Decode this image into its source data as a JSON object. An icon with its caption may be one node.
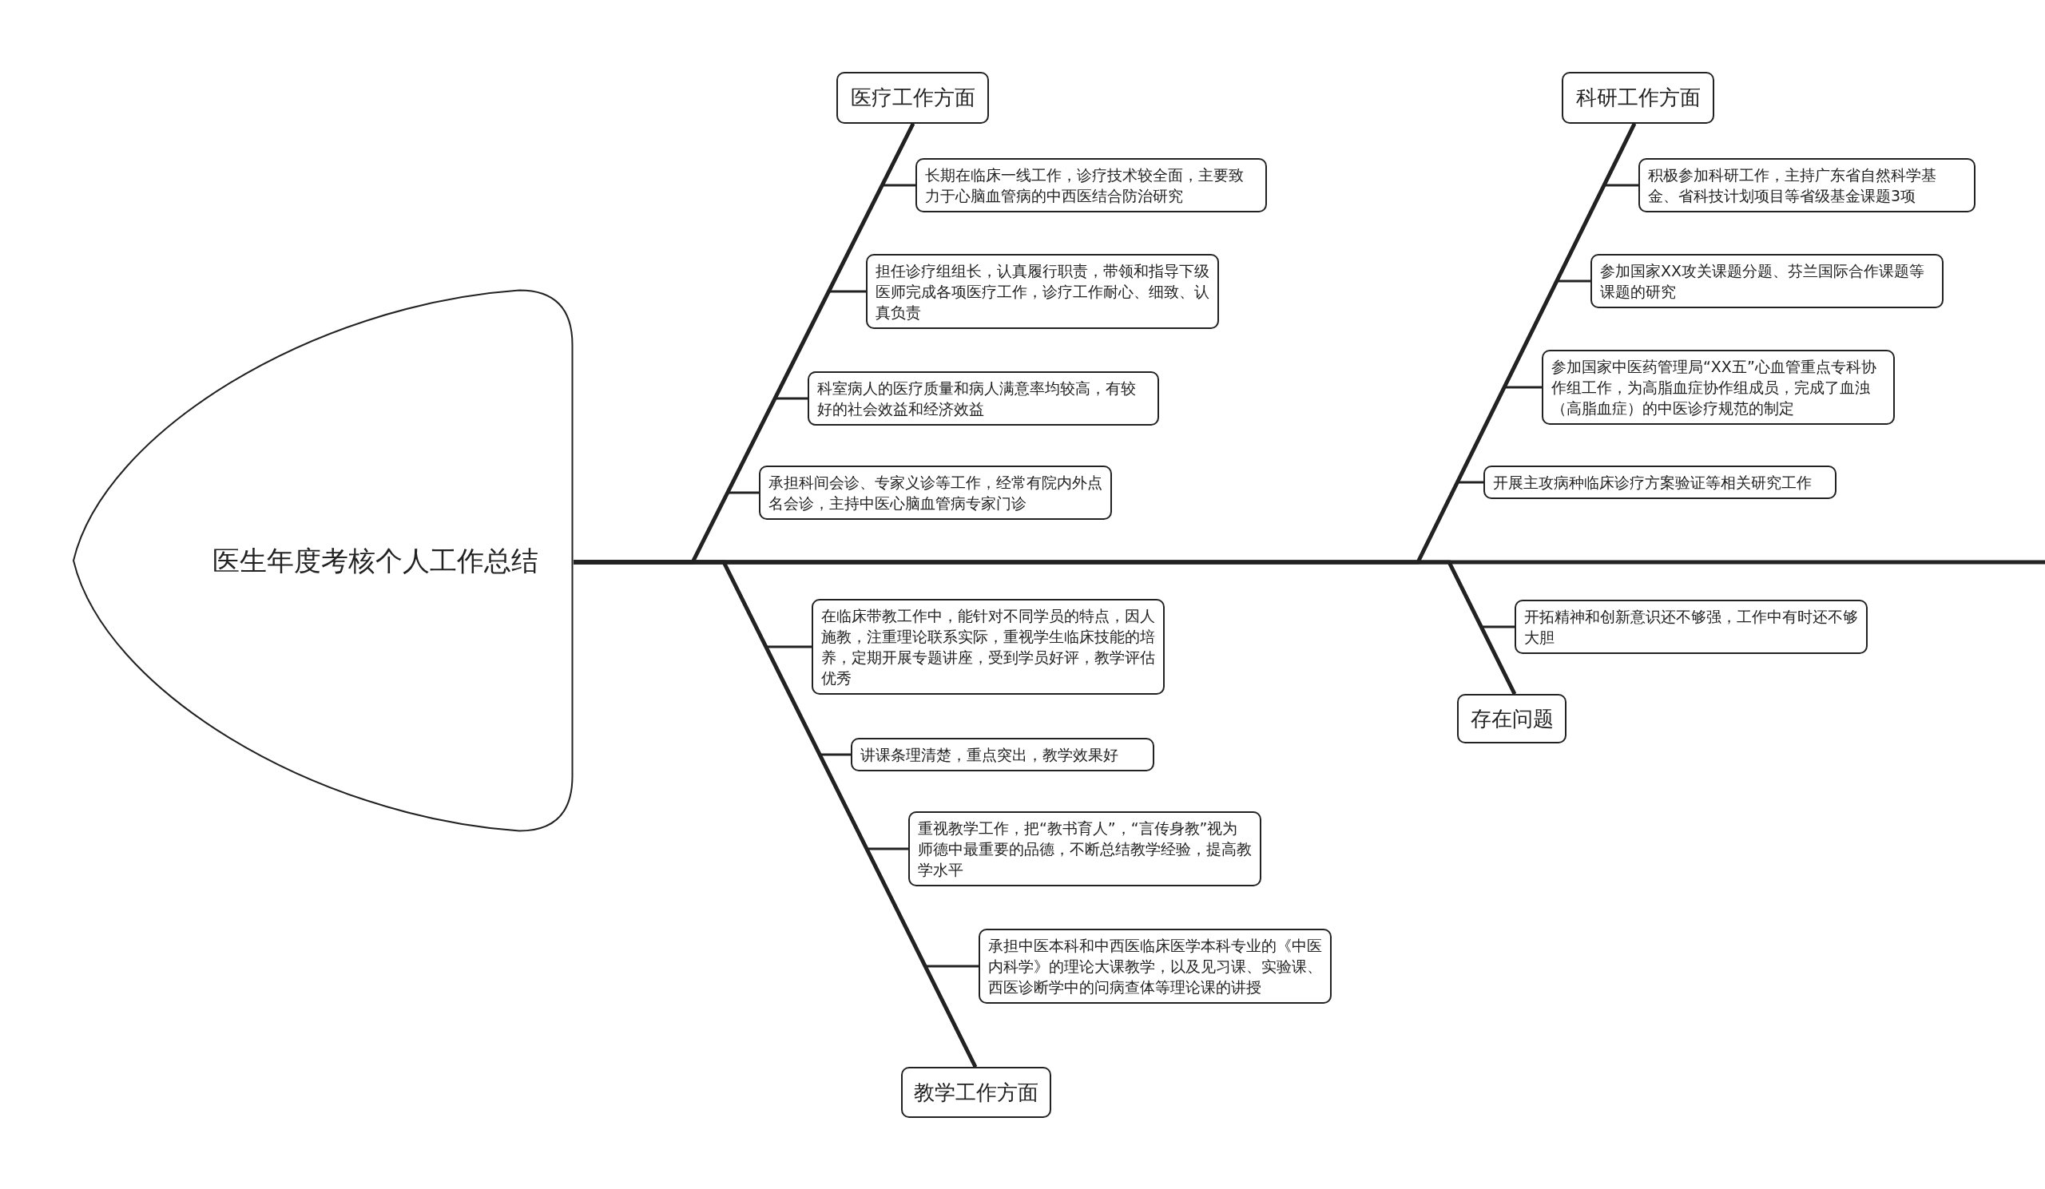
{
  "diagram": {
    "nodes": [
      {
        "text": [
          "医生年度考核个人工作总结"
        ]
      },
      {
        "text": [
          "医疗工作方面"
        ]
      },
      {
        "text": [
          "长期在临床一线工作，诊疗技术较全面，主要致力于心脑血管病的中西医结合防治研究"
        ]
      },
      {
        "text": [
          "担任诊疗组组长，认真履行职责，带领和指导下级医师完成各项医疗工作，诊疗工作耐心、细致、认真负责"
        ]
      },
      {
        "text": [
          "科室病人的医疗质量和病人满意率均较高，有较好的社会效益和经济效益"
        ]
      },
      {
        "text": [
          "承担科间会诊、专家义诊等工作，经常有院内外点名会诊，主持中医心脑血管病专家门诊"
        ]
      },
      {
        "text": [
          "科研工作方面"
        ]
      },
      {
        "text": [
          "积极参加科研工作，主持广东省自然科学基金、省科技计划项目等省级基金课题3项"
        ]
      },
      {
        "text": [
          "参加国家XX攻关课题分题、芬兰国际合作课题等课题的研究"
        ]
      },
      {
        "text": [
          "参加国家中医药管理局“XX五”心血管重点专科协作组工作，为高脂血症协作组成员，完成了血浊（高脂血症）的中医诊疗规范的制定"
        ]
      },
      {
        "text": [
          "开展主攻病种临床诊疗方案验证等相关研究工作"
        ]
      },
      {
        "text": [
          "教学工作方面"
        ]
      },
      {
        "text": [
          "在临床带教工作中，能针对不同学员的特点，因人施教，注重理论联系实际，重视学生临床技能的培养，定期开展专题讲座，受到学员好评，教学评估优秀"
        ]
      },
      {
        "text": [
          "讲课条理清楚，重点突出，教学效果好"
        ]
      },
      {
        "text": [
          "重视教学工作，把“教书育人”，“言传身教”视为师德中最重要的品德，不断总结教学经验，提高教学水平"
        ]
      },
      {
        "text": [
          "承担中医本科和中西医临床医学本科专业的《中医内科学》的理论大课教学，以及见习课、实验课、西医诊断学中的问病查体等理论课的讲授"
        ]
      },
      {
        "text": [
          "存在问题"
        ]
      },
      {
        "text": [
          "开拓精神和创新意识还不够强，工作中有时还不够大胆"
        ]
      }
    ],
    "edges": [
      {
        "from": 1,
        "to": 0,
        "arrow": "none"
      },
      {
        "from": 1,
        "to": 2,
        "arrow": "none"
      },
      {
        "from": 1,
        "to": 3,
        "arrow": "none"
      },
      {
        "from": 1,
        "to": 4,
        "arrow": "none"
      },
      {
        "from": 1,
        "to": 5,
        "arrow": "none"
      },
      {
        "from": 6,
        "to": 0,
        "arrow": "none"
      },
      {
        "from": 6,
        "to": 7,
        "arrow": "none"
      },
      {
        "from": 6,
        "to": 8,
        "arrow": "none"
      },
      {
        "from": 6,
        "to": 9,
        "arrow": "none"
      },
      {
        "from": 6,
        "to": 10,
        "arrow": "none"
      },
      {
        "from": 11,
        "to": 0,
        "arrow": "none"
      },
      {
        "from": 11,
        "to": 12,
        "arrow": "none"
      },
      {
        "from": 11,
        "to": 13,
        "arrow": "none"
      },
      {
        "from": 11,
        "to": 14,
        "arrow": "none"
      },
      {
        "from": 11,
        "to": 15,
        "arrow": "none"
      },
      {
        "from": 16,
        "to": 0,
        "arrow": "none"
      },
      {
        "from": 16,
        "to": 17,
        "arrow": "none"
      }
    ]
  }
}
